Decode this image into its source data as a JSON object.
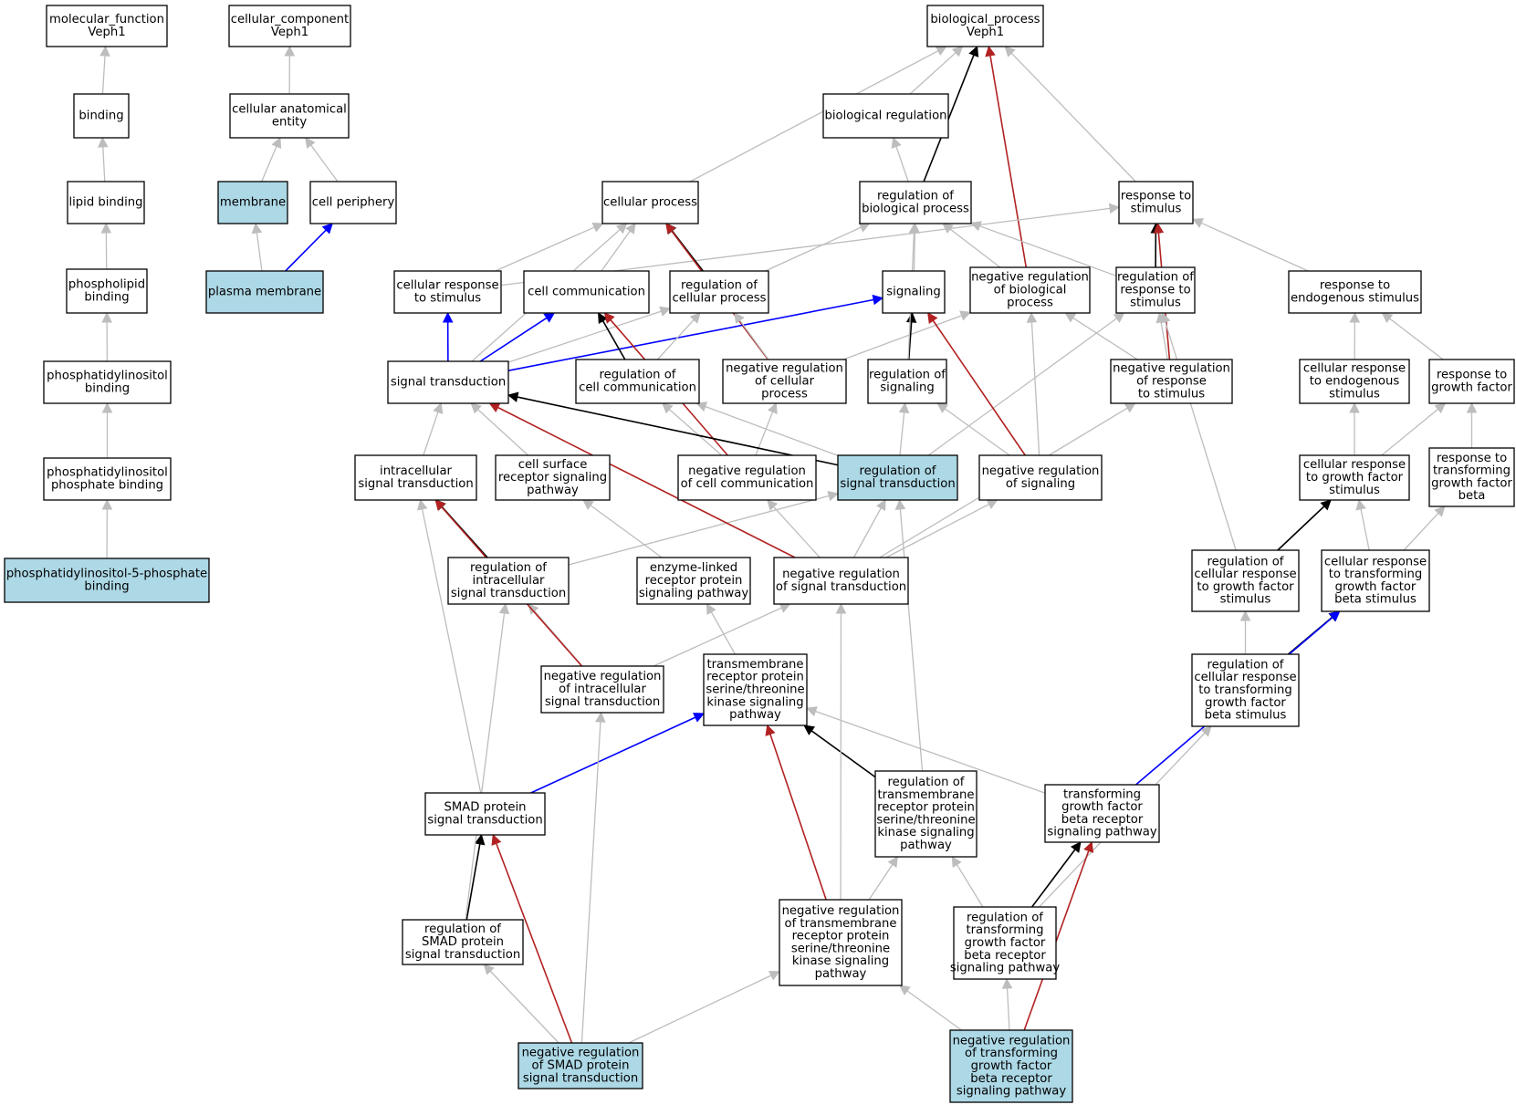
{
  "colors": {
    "node_fill": "#ffffff",
    "annotated_fill": "#add8e6",
    "node_stroke": "#000000",
    "edge_is_a": "#bdbdbd",
    "edge_part_of": "#0000ff",
    "edge_regulates": "#000000",
    "edge_negatively_regulates": "#b22222"
  },
  "nodes": [
    {
      "id": "mf",
      "lines": [
        "molecular_function",
        "Veph1"
      ],
      "annotated": false
    },
    {
      "id": "binding",
      "lines": [
        "binding"
      ],
      "annotated": false
    },
    {
      "id": "lipid",
      "lines": [
        "lipid binding"
      ],
      "annotated": false
    },
    {
      "id": "pl",
      "lines": [
        "phospholipid",
        "binding"
      ],
      "annotated": false
    },
    {
      "id": "pi",
      "lines": [
        "phosphatidylinositol",
        "binding"
      ],
      "annotated": false
    },
    {
      "id": "pip",
      "lines": [
        "phosphatidylinositol",
        "phosphate binding"
      ],
      "annotated": false
    },
    {
      "id": "pi5p",
      "lines": [
        "phosphatidylinositol-5-phosphate",
        "binding"
      ],
      "annotated": true
    },
    {
      "id": "cc",
      "lines": [
        "cellular_component",
        "Veph1"
      ],
      "annotated": false
    },
    {
      "id": "cae",
      "lines": [
        "cellular anatomical",
        "entity"
      ],
      "annotated": false
    },
    {
      "id": "membrane",
      "lines": [
        "membrane"
      ],
      "annotated": true
    },
    {
      "id": "cp",
      "lines": [
        "cell periphery"
      ],
      "annotated": false
    },
    {
      "id": "pm",
      "lines": [
        "plasma membrane"
      ],
      "annotated": true
    },
    {
      "id": "bp",
      "lines": [
        "biological_process",
        "Veph1"
      ],
      "annotated": false
    },
    {
      "id": "breg",
      "lines": [
        "biological regulation"
      ],
      "annotated": false
    },
    {
      "id": "cellproc",
      "lines": [
        "cellular process"
      ],
      "annotated": false
    },
    {
      "id": "regbp",
      "lines": [
        "regulation of",
        "biological process"
      ],
      "annotated": false
    },
    {
      "id": "rts",
      "lines": [
        "response to",
        "stimulus"
      ],
      "annotated": false
    },
    {
      "id": "crs",
      "lines": [
        "cellular response",
        "to stimulus"
      ],
      "annotated": false
    },
    {
      "id": "cellcomm",
      "lines": [
        "cell communication"
      ],
      "annotated": false
    },
    {
      "id": "regcp",
      "lines": [
        "regulation of",
        "cellular process"
      ],
      "annotated": false
    },
    {
      "id": "signaling",
      "lines": [
        "signaling"
      ],
      "annotated": false
    },
    {
      "id": "nrbp",
      "lines": [
        "negative regulation",
        "of biological",
        "process"
      ],
      "annotated": false
    },
    {
      "id": "regrts",
      "lines": [
        "regulation of",
        "response to",
        "stimulus"
      ],
      "annotated": false
    },
    {
      "id": "rtes",
      "lines": [
        "response to",
        "endogenous stimulus"
      ],
      "annotated": false
    },
    {
      "id": "st",
      "lines": [
        "signal transduction"
      ],
      "annotated": false
    },
    {
      "id": "regcc",
      "lines": [
        "regulation of",
        "cell communication"
      ],
      "annotated": false
    },
    {
      "id": "nrcp",
      "lines": [
        "negative regulation",
        "of cellular",
        "process"
      ],
      "annotated": false
    },
    {
      "id": "regsig",
      "lines": [
        "regulation of",
        "signaling"
      ],
      "annotated": false
    },
    {
      "id": "nrrs",
      "lines": [
        "negative regulation",
        "of response",
        "to stimulus"
      ],
      "annotated": false
    },
    {
      "id": "cres",
      "lines": [
        "cellular response",
        "to endogenous",
        "stimulus"
      ],
      "annotated": false
    },
    {
      "id": "rtgf",
      "lines": [
        "response to",
        "growth factor"
      ],
      "annotated": false
    },
    {
      "id": "ist",
      "lines": [
        "intracellular",
        "signal transduction"
      ],
      "annotated": false
    },
    {
      "id": "csrsp",
      "lines": [
        "cell surface",
        "receptor signaling",
        "pathway"
      ],
      "annotated": false
    },
    {
      "id": "nrcc",
      "lines": [
        "negative regulation",
        "of cell communication"
      ],
      "annotated": false
    },
    {
      "id": "regst",
      "lines": [
        "regulation of",
        "signal transduction"
      ],
      "annotated": true
    },
    {
      "id": "nrsig",
      "lines": [
        "negative regulation",
        "of signaling"
      ],
      "annotated": false
    },
    {
      "id": "crgfs",
      "lines": [
        "cellular response",
        "to growth factor",
        "stimulus"
      ],
      "annotated": false
    },
    {
      "id": "rttgfb",
      "lines": [
        "response to",
        "transforming",
        "growth factor",
        "beta"
      ],
      "annotated": false
    },
    {
      "id": "regist",
      "lines": [
        "regulation of",
        "intracellular",
        "signal transduction"
      ],
      "annotated": false
    },
    {
      "id": "elrsp",
      "lines": [
        "enzyme-linked",
        "receptor protein",
        "signaling pathway"
      ],
      "annotated": false
    },
    {
      "id": "nrst",
      "lines": [
        "negative regulation",
        "of signal transduction"
      ],
      "annotated": false
    },
    {
      "id": "regcrgfs",
      "lines": [
        "regulation of",
        "cellular response",
        "to growth factor",
        "stimulus"
      ],
      "annotated": false
    },
    {
      "id": "crtgfbs",
      "lines": [
        "cellular response",
        "to transforming",
        "growth factor",
        "beta stimulus"
      ],
      "annotated": false
    },
    {
      "id": "nrist",
      "lines": [
        "negative regulation",
        "of intracellular",
        "signal transduction"
      ],
      "annotated": false
    },
    {
      "id": "tmrst",
      "lines": [
        "transmembrane",
        "receptor protein",
        "serine/threonine",
        "kinase signaling",
        "pathway"
      ],
      "annotated": false
    },
    {
      "id": "regcrtgfbs",
      "lines": [
        "regulation of",
        "cellular response",
        "to transforming",
        "growth factor",
        "beta stimulus"
      ],
      "annotated": false
    },
    {
      "id": "smad",
      "lines": [
        "SMAD protein",
        "signal transduction"
      ],
      "annotated": false
    },
    {
      "id": "regtmrst",
      "lines": [
        "regulation of",
        "transmembrane",
        "receptor protein",
        "serine/threonine",
        "kinase signaling",
        "pathway"
      ],
      "annotated": false
    },
    {
      "id": "tgfb",
      "lines": [
        "transforming",
        "growth factor",
        "beta receptor",
        "signaling pathway"
      ],
      "annotated": false
    },
    {
      "id": "regsmad",
      "lines": [
        "regulation of",
        "SMAD protein",
        "signal transduction"
      ],
      "annotated": false
    },
    {
      "id": "nrtmrst",
      "lines": [
        "negative regulation",
        "of transmembrane",
        "receptor protein",
        "serine/threonine",
        "kinase signaling",
        "pathway"
      ],
      "annotated": false
    },
    {
      "id": "regtgfb",
      "lines": [
        "regulation of",
        "transforming",
        "growth factor",
        "beta receptor",
        "signaling pathway"
      ],
      "annotated": false
    },
    {
      "id": "nrsmad",
      "lines": [
        "negative regulation",
        "of SMAD protein",
        "signal transduction"
      ],
      "annotated": true
    },
    {
      "id": "nrtgfb",
      "lines": [
        "negative regulation",
        "of transforming",
        "growth factor",
        "beta receptor",
        "signaling pathway"
      ],
      "annotated": true
    }
  ],
  "edges": [
    {
      "from": "binding",
      "to": "mf",
      "type": "is_a"
    },
    {
      "from": "lipid",
      "to": "binding",
      "type": "is_a"
    },
    {
      "from": "pl",
      "to": "lipid",
      "type": "is_a"
    },
    {
      "from": "pi",
      "to": "pl",
      "type": "is_a"
    },
    {
      "from": "pip",
      "to": "pi",
      "type": "is_a"
    },
    {
      "from": "pi5p",
      "to": "pip",
      "type": "is_a"
    },
    {
      "from": "cae",
      "to": "cc",
      "type": "is_a"
    },
    {
      "from": "membrane",
      "to": "cae",
      "type": "is_a"
    },
    {
      "from": "cp",
      "to": "cae",
      "type": "is_a"
    },
    {
      "from": "pm",
      "to": "membrane",
      "type": "is_a"
    },
    {
      "from": "pm",
      "to": "cp",
      "type": "part_of"
    },
    {
      "from": "breg",
      "to": "bp",
      "type": "is_a"
    },
    {
      "from": "cellproc",
      "to": "bp",
      "type": "is_a"
    },
    {
      "from": "regbp",
      "to": "bp",
      "type": "regulates"
    },
    {
      "from": "regbp",
      "to": "breg",
      "type": "is_a"
    },
    {
      "from": "nrbp",
      "to": "bp",
      "type": "negatively_regulates"
    },
    {
      "from": "rts",
      "to": "bp",
      "type": "is_a"
    },
    {
      "from": "crs",
      "to": "cellproc",
      "type": "is_a"
    },
    {
      "from": "crs",
      "to": "rts",
      "type": "is_a"
    },
    {
      "from": "cellcomm",
      "to": "cellproc",
      "type": "is_a"
    },
    {
      "from": "regcp",
      "to": "cellproc",
      "type": "regulates"
    },
    {
      "from": "regcp",
      "to": "regbp",
      "type": "is_a"
    },
    {
      "from": "signaling",
      "to": "regbp",
      "type": "is_a"
    },
    {
      "from": "nrbp",
      "to": "regbp",
      "type": "is_a"
    },
    {
      "from": "regrts",
      "to": "regbp",
      "type": "is_a"
    },
    {
      "from": "regrts",
      "to": "rts",
      "type": "regulates"
    },
    {
      "from": "rtes",
      "to": "rts",
      "type": "is_a"
    },
    {
      "from": "nrrs",
      "to": "rts",
      "type": "negatively_regulates"
    },
    {
      "from": "nrcp",
      "to": "cellproc",
      "type": "negatively_regulates"
    },
    {
      "from": "st",
      "to": "cellproc",
      "type": "is_a"
    },
    {
      "from": "st",
      "to": "crs",
      "type": "part_of"
    },
    {
      "from": "st",
      "to": "cellcomm",
      "type": "part_of"
    },
    {
      "from": "st",
      "to": "signaling",
      "type": "part_of"
    },
    {
      "from": "st",
      "to": "regcp",
      "type": "is_a"
    },
    {
      "from": "regcc",
      "to": "cellcomm",
      "type": "regulates"
    },
    {
      "from": "regcc",
      "to": "regcp",
      "type": "is_a"
    },
    {
      "from": "nrcp",
      "to": "regcp",
      "type": "is_a"
    },
    {
      "from": "nrcp",
      "to": "nrbp",
      "type": "is_a"
    },
    {
      "from": "regsig",
      "to": "signaling",
      "type": "regulates"
    },
    {
      "from": "regsig",
      "to": "regbp",
      "type": "is_a"
    },
    {
      "from": "nrrs",
      "to": "regrts",
      "type": "is_a"
    },
    {
      "from": "nrrs",
      "to": "nrbp",
      "type": "is_a"
    },
    {
      "from": "cres",
      "to": "rtes",
      "type": "is_a"
    },
    {
      "from": "rtgf",
      "to": "rtes",
      "type": "is_a"
    },
    {
      "from": "ist",
      "to": "st",
      "type": "is_a"
    },
    {
      "from": "csrsp",
      "to": "st",
      "type": "is_a"
    },
    {
      "from": "nrcc",
      "to": "regcc",
      "type": "is_a"
    },
    {
      "from": "nrcc",
      "to": "nrcp",
      "type": "is_a"
    },
    {
      "from": "nrcc",
      "to": "cellcomm",
      "type": "negatively_regulates"
    },
    {
      "from": "regst",
      "to": "st",
      "type": "regulates"
    },
    {
      "from": "regst",
      "to": "regcc",
      "type": "is_a"
    },
    {
      "from": "regst",
      "to": "regsig",
      "type": "is_a"
    },
    {
      "from": "regst",
      "to": "regrts",
      "type": "is_a"
    },
    {
      "from": "nrsig",
      "to": "regsig",
      "type": "is_a"
    },
    {
      "from": "nrsig",
      "to": "signaling",
      "type": "negatively_regulates"
    },
    {
      "from": "nrsig",
      "to": "nrbp",
      "type": "is_a"
    },
    {
      "from": "crgfs",
      "to": "cres",
      "type": "is_a"
    },
    {
      "from": "crgfs",
      "to": "rtgf",
      "type": "is_a"
    },
    {
      "from": "rttgfb",
      "to": "rtgf",
      "type": "is_a"
    },
    {
      "from": "regist",
      "to": "ist",
      "type": "regulates"
    },
    {
      "from": "regist",
      "to": "regst",
      "type": "is_a"
    },
    {
      "from": "elrsp",
      "to": "csrsp",
      "type": "is_a"
    },
    {
      "from": "nrst",
      "to": "st",
      "type": "negatively_regulates"
    },
    {
      "from": "nrst",
      "to": "nrcc",
      "type": "is_a"
    },
    {
      "from": "nrst",
      "to": "regst",
      "type": "is_a"
    },
    {
      "from": "nrst",
      "to": "nrsig",
      "type": "is_a"
    },
    {
      "from": "nrst",
      "to": "nrrs",
      "type": "is_a"
    },
    {
      "from": "regcrgfs",
      "to": "crgfs",
      "type": "regulates"
    },
    {
      "from": "regcrgfs",
      "to": "regrts",
      "type": "is_a"
    },
    {
      "from": "crtgfbs",
      "to": "crgfs",
      "type": "is_a"
    },
    {
      "from": "crtgfbs",
      "to": "rttgfb",
      "type": "is_a"
    },
    {
      "from": "nrist",
      "to": "regist",
      "type": "is_a"
    },
    {
      "from": "nrist",
      "to": "ist",
      "type": "negatively_regulates"
    },
    {
      "from": "nrist",
      "to": "nrst",
      "type": "is_a"
    },
    {
      "from": "tmrst",
      "to": "elrsp",
      "type": "is_a"
    },
    {
      "from": "regcrtgfbs",
      "to": "regcrgfs",
      "type": "is_a"
    },
    {
      "from": "regcrtgfbs",
      "to": "crtgfbs",
      "type": "regulates"
    },
    {
      "from": "smad",
      "to": "ist",
      "type": "is_a"
    },
    {
      "from": "smad",
      "to": "tmrst",
      "type": "part_of"
    },
    {
      "from": "regtmrst",
      "to": "tmrst",
      "type": "regulates"
    },
    {
      "from": "regtmrst",
      "to": "regst",
      "type": "is_a"
    },
    {
      "from": "tgfb",
      "to": "tmrst",
      "type": "is_a"
    },
    {
      "from": "tgfb",
      "to": "crtgfbs",
      "type": "part_of"
    },
    {
      "from": "regsmad",
      "to": "smad",
      "type": "regulates"
    },
    {
      "from": "regsmad",
      "to": "regist",
      "type": "is_a"
    },
    {
      "from": "nrtmrst",
      "to": "tmrst",
      "type": "negatively_regulates"
    },
    {
      "from": "nrtmrst",
      "to": "regtmrst",
      "type": "is_a"
    },
    {
      "from": "nrtmrst",
      "to": "nrst",
      "type": "is_a"
    },
    {
      "from": "regtgfb",
      "to": "tgfb",
      "type": "regulates"
    },
    {
      "from": "regtgfb",
      "to": "regtmrst",
      "type": "is_a"
    },
    {
      "from": "regtgfb",
      "to": "regcrtgfbs",
      "type": "is_a"
    },
    {
      "from": "nrsmad",
      "to": "regsmad",
      "type": "is_a"
    },
    {
      "from": "nrsmad",
      "to": "smad",
      "type": "negatively_regulates"
    },
    {
      "from": "nrsmad",
      "to": "nrist",
      "type": "is_a"
    },
    {
      "from": "nrsmad",
      "to": "nrtmrst",
      "type": "is_a"
    },
    {
      "from": "nrtgfb",
      "to": "regtgfb",
      "type": "is_a"
    },
    {
      "from": "nrtgfb",
      "to": "tgfb",
      "type": "negatively_regulates"
    },
    {
      "from": "nrtgfb",
      "to": "nrtmrst",
      "type": "is_a"
    }
  ]
}
